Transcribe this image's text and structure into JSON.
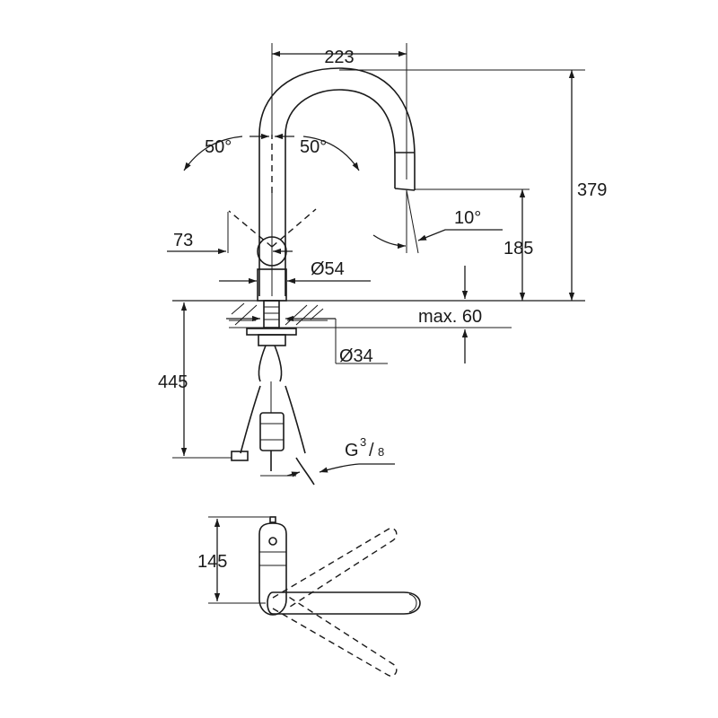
{
  "drawing": {
    "dimensions": {
      "spout_reach": "223",
      "lever_angle_left": "50°",
      "lever_angle_right": "50°",
      "total_height": "379",
      "lever_offset": "73",
      "base_diameter": "Ø54",
      "spray_angle": "10°",
      "outlet_height": "185",
      "max_counter_thickness": "max. 60",
      "hole_diameter": "Ø34",
      "below_counter_length": "445",
      "thread_prefix": "G",
      "thread_numerator": "3",
      "thread_slash": "/",
      "thread_denominator": "8",
      "top_view_depth": "145"
    }
  }
}
